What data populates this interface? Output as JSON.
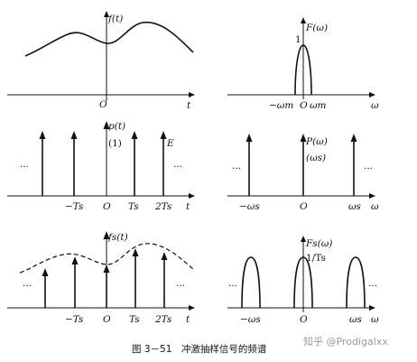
{
  "panels": {
    "f_t": {
      "ylabel": "f(t)",
      "origin": "O",
      "xlabel": "t"
    },
    "F_w": {
      "ylabel": "F(ω)",
      "peak": "1",
      "ticks": [
        "−ωm",
        "O",
        "ωm"
      ],
      "xlabel": "ω"
    },
    "p_t": {
      "ylabel": "p(t)",
      "strength": "(1)",
      "amp": "E",
      "ticks": [
        "−Ts",
        "O",
        "Ts",
        "2Ts"
      ],
      "xlabel": "t",
      "dots": "···"
    },
    "P_w": {
      "ylabel": "P(ω)",
      "strength": "(ωs)",
      "ticks": [
        "−ωs",
        "O",
        "ωs"
      ],
      "xlabel": "ω",
      "dots": "···"
    },
    "fs_t": {
      "ylabel": "fs(t)",
      "ticks": [
        "−Ts",
        "O",
        "Ts",
        "2Ts"
      ],
      "xlabel": "t",
      "dots": "···"
    },
    "Fs_w": {
      "ylabel": "Fs(ω)",
      "peak": "1/Ts",
      "ticks": [
        "−ωs",
        "O",
        "ωs"
      ],
      "xlabel": "ω",
      "dots": "···"
    }
  },
  "caption": "图 3－51　冲激抽样信号的频谱",
  "watermark": "知乎 @Prodigalxx"
}
